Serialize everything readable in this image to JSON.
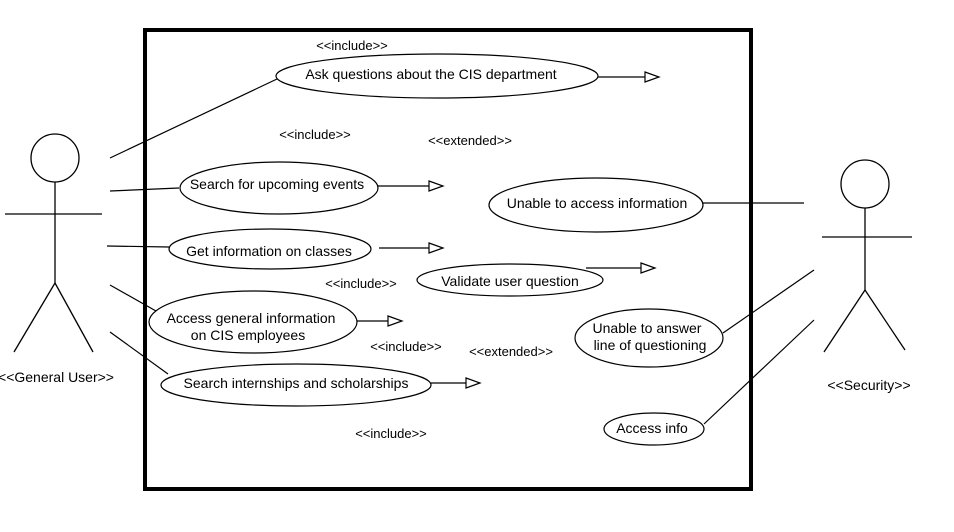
{
  "actors": {
    "general_user": "<<General User>>",
    "security": "<<Security>>"
  },
  "use_cases": {
    "ask_questions": "Ask questions about the CIS department",
    "search_events": "Search for upcoming events",
    "get_class_info": "Get information on classes",
    "access_employee_info": [
      "Access general information",
      "on CIS employees"
    ],
    "search_internships": "Search internships and scholarships",
    "unable_access_info": "Unable to access information",
    "validate_question": "Validate user question",
    "unable_answer": [
      "Unable to answer",
      "line of questioning"
    ],
    "access_info": "Access info"
  },
  "stereotypes": {
    "include_1": "<<include>>",
    "include_2": "<<include>>",
    "include_3": "<<include>>",
    "include_4": "<<include>>",
    "include_5": "<<include>>",
    "extended_1": "<<extended>>",
    "extended_2": "<<extended>>"
  }
}
